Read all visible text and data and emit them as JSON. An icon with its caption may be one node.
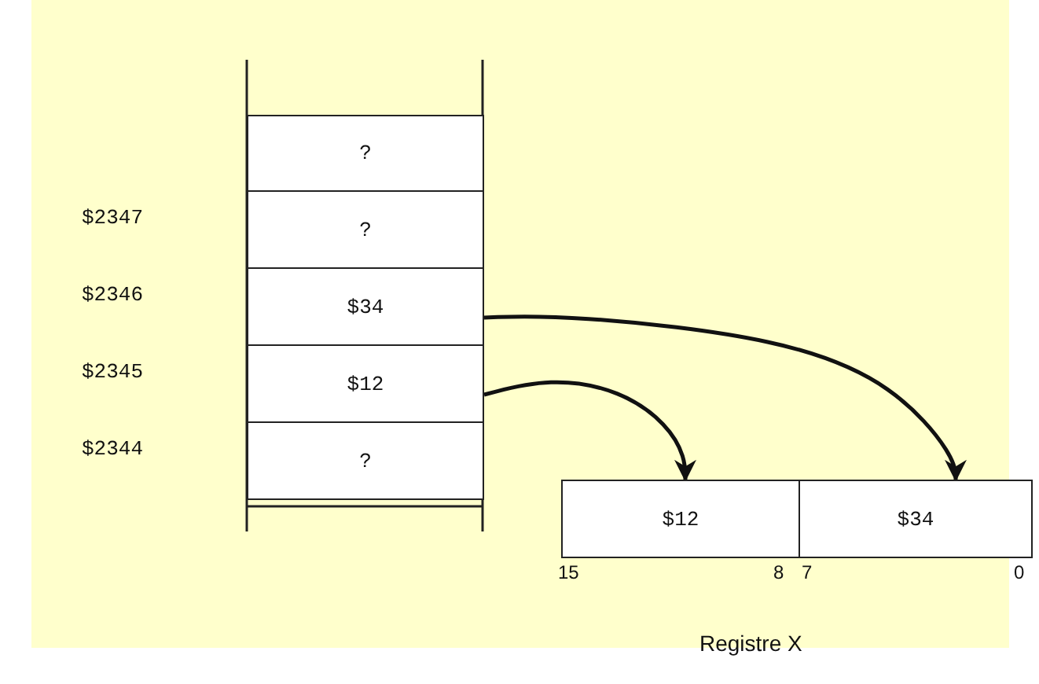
{
  "diagram": {
    "nodes": [
      {
        "text": [
          "?"
        ]
      },
      {
        "text": [
          "?"
        ]
      },
      {
        "text": [
          "$34"
        ]
      },
      {
        "text": [
          "$12"
        ]
      },
      {
        "text": [
          "?"
        ]
      },
      {
        "text": [
          "$12"
        ],
        "beside": [
          "Registre X"
        ]
      },
      {
        "text": [
          "$34"
        ]
      }
    ],
    "edges": [
      {
        "from": 2,
        "to": 6,
        "arrow": "to"
      },
      {
        "from": 3,
        "to": 5,
        "arrow": "to"
      }
    ],
    "labels": [
      "$2347",
      "$2346",
      "$2345",
      "$2344",
      "15",
      "8",
      "7",
      "0"
    ]
  }
}
